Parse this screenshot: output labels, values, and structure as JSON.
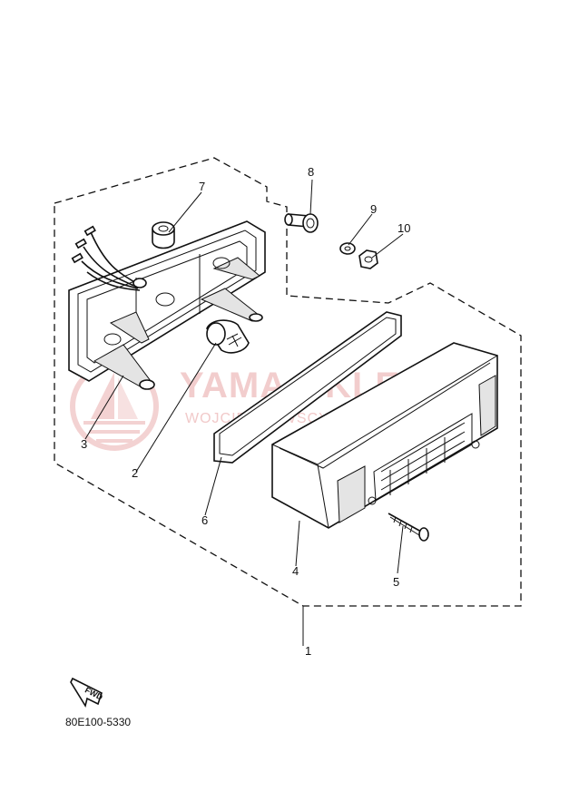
{
  "diagram": {
    "callouts": [
      {
        "id": "1",
        "label": "1"
      },
      {
        "id": "2",
        "label": "2"
      },
      {
        "id": "3",
        "label": "3"
      },
      {
        "id": "4",
        "label": "4"
      },
      {
        "id": "5",
        "label": "5"
      },
      {
        "id": "6",
        "label": "6"
      },
      {
        "id": "7",
        "label": "7"
      },
      {
        "id": "8",
        "label": "8"
      },
      {
        "id": "9",
        "label": "9"
      },
      {
        "id": "10",
        "label": "10"
      }
    ],
    "fwd_label": "FWD",
    "diagram_code": "80E100-5330"
  },
  "watermark": {
    "brand": "YAMA-SKLEP.PL",
    "tagline": "WOJCIECHOWSCY | DEALER YAMAHA"
  },
  "colors": {
    "line": "#111111",
    "watermark": "#e8a6a6"
  }
}
